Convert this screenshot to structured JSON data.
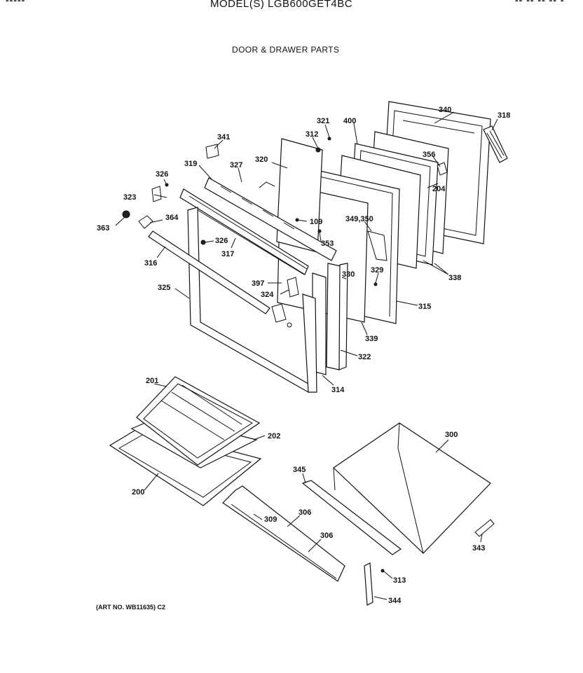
{
  "header": {
    "left_fragment": "-----",
    "model": "MODEL(S) LGB600GET4BC",
    "right_fragment": "-- -- -- -- -"
  },
  "subtitle": "DOOR & DRAWER PARTS",
  "footer": {
    "art_no": "(ART NO. WB11635) C2"
  },
  "callouts": {
    "c340": "340",
    "c318": "318",
    "c400": "400",
    "c321": "321",
    "c312": "312",
    "c341": "341",
    "c356": "356",
    "c204": "204",
    "c320": "320",
    "c327": "327",
    "c319": "319",
    "c326a": "326",
    "c323": "323",
    "c363": "363",
    "c364": "364",
    "c109": "109",
    "c349": "349,350",
    "c353": "353",
    "c326b": "326",
    "c317": "317",
    "c316": "316",
    "c338": "338",
    "c330": "330",
    "c329": "329",
    "c397": "397",
    "c324": "324",
    "c325": "325",
    "c315": "315",
    "c339": "339",
    "c322": "322",
    "c314": "314",
    "c201": "201",
    "c202": "202",
    "c300": "300",
    "c200": "200",
    "c345": "345",
    "c309": "309",
    "c306a": "306",
    "c306b": "306",
    "c343": "343",
    "c313": "313",
    "c344": "344"
  }
}
